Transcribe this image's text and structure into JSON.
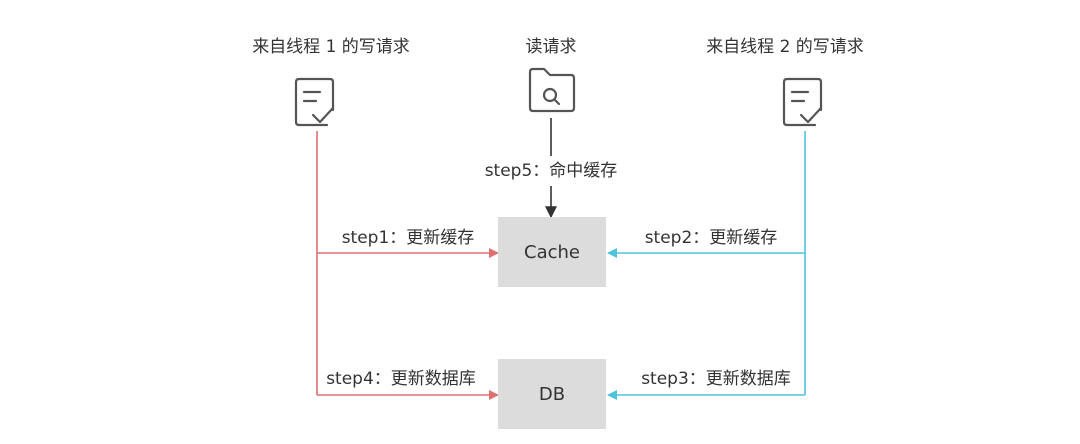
{
  "nodes": {
    "thread1_title": "来自线程 1 的写请求",
    "read_title": "读请求",
    "thread2_title": "来自线程 2 的写请求",
    "cache": "Cache",
    "db": "DB"
  },
  "steps": {
    "step1": "step1：更新缓存",
    "step2": "step2：更新缓存",
    "step3": "step3：更新数据库",
    "step4": "step4：更新数据库",
    "step5": "step5：命中缓存"
  },
  "icons": {
    "thread1": "document-check-icon",
    "read": "folder-search-icon",
    "thread2": "document-check-icon"
  },
  "colors": {
    "thread1_line": "#e07070",
    "thread2_line": "#4fc3dc",
    "read_line": "#333333",
    "box_fill": "#dcdcdc",
    "icon_stroke": "#555555"
  }
}
